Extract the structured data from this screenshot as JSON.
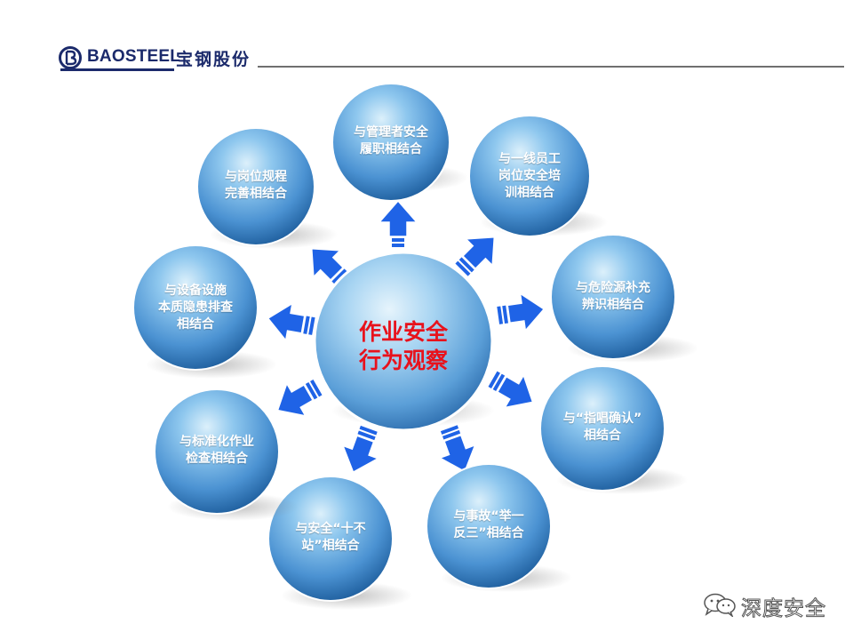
{
  "header": {
    "brand_en": "BAOSTEEL",
    "brand_cn": "宝钢股份",
    "brand_color": "#1b2a6b"
  },
  "center": {
    "lines": [
      "作业安全",
      "行为观察"
    ],
    "text_color": "#e8121c"
  },
  "nodes": [
    {
      "id": "mgmt",
      "lines": [
        "与管理者安全",
        "履职相结合"
      ]
    },
    {
      "id": "staff",
      "lines": [
        "与一线员工",
        "岗位安全培",
        "训相结合"
      ]
    },
    {
      "id": "hazard",
      "lines": [
        "与危险源补充",
        "辨识相结合"
      ]
    },
    {
      "id": "call",
      "lines": [
        "与“指唱确认”",
        "相结合"
      ]
    },
    {
      "id": "accident",
      "lines": [
        "与事故“举一",
        "反三”相结合"
      ]
    },
    {
      "id": "tenstop",
      "lines": [
        "与安全“十不",
        "站”相结合"
      ]
    },
    {
      "id": "standard",
      "lines": [
        "与标准化作业",
        "检查相结合"
      ]
    },
    {
      "id": "equipment",
      "lines": [
        "与设备设施",
        "本质隐患排查",
        "相结合"
      ]
    },
    {
      "id": "procedure",
      "lines": [
        "与岗位规程",
        "完善相结合"
      ]
    }
  ],
  "colors": {
    "sphere_light": "#d6ecf9",
    "sphere_mid": "#6aaee0",
    "sphere_dark": "#1f5f9e",
    "arrow": "#1f63e6"
  },
  "watermark": {
    "icon": "wechat-icon",
    "text": "深度安全"
  }
}
